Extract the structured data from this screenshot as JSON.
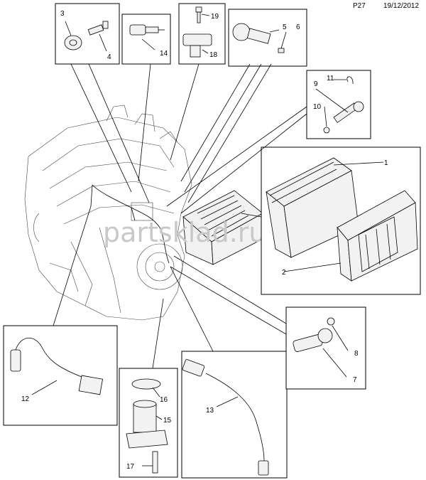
{
  "header": {
    "page": "P27",
    "date": "19/12/2012"
  },
  "watermark": "partsklad.ru",
  "callouts": [
    "1",
    "2",
    "3",
    "4",
    "5",
    "6",
    "7",
    "8",
    "9",
    "10",
    "11",
    "12",
    "13",
    "14",
    "15",
    "16",
    "17",
    "18",
    "19"
  ]
}
